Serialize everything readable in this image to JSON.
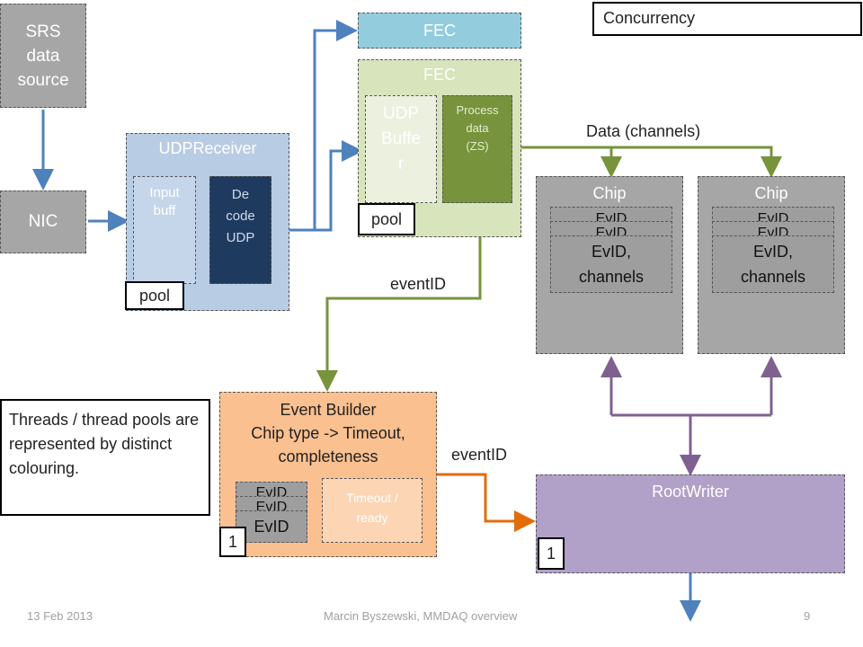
{
  "concurrency_label": "Concurrency",
  "srs": "SRS data source",
  "nic": "NIC",
  "udp_receiver": {
    "title": "UDPReceiver",
    "input_buff": "Input buff",
    "decode": "De code UDP",
    "pool": "pool"
  },
  "fec_top": "FEC",
  "fec": {
    "title": "FEC",
    "udp_buffer": "UDP Buffe r",
    "process": "Process data (ZS)",
    "pool": "pool"
  },
  "data_channels": "Data (channels)",
  "chip1": {
    "title": "Chip",
    "item_back1": "EvID",
    "item_back2": "EvID",
    "item_front": "EvID, channels"
  },
  "chip2": {
    "title": "Chip",
    "item_back1": "EvID",
    "item_back2": "EvID",
    "item_front": "EvID, channels"
  },
  "event_id_upper": "eventID",
  "event_id_lower": "eventID",
  "event_builder": {
    "title_line1": "Event Builder",
    "title_line2": "Chip type -> Timeout,",
    "title_line3": "completeness",
    "evid_back1": "EvID",
    "evid_back2": "EvID",
    "evid_front": "EvID",
    "timeout": "Timeout / ready",
    "thread_count": "1"
  },
  "root_writer": {
    "title": "RootWriter",
    "thread_count": "1"
  },
  "note": "Threads / thread pools are represented by distinct colouring.",
  "footer": {
    "date": "13 Feb 2013",
    "author": "Marcin Byszewski, MMDAQ overview",
    "page": "9"
  },
  "colors": {
    "gray": "#a6a6a6",
    "udp_blue": "#b8cce4",
    "dark_blue": "#1f3a5f",
    "fec_green": "#d7e4bc",
    "process_green": "#77933c",
    "fec_cyan": "#93cddd",
    "orange": "#fac090",
    "purple": "#b1a0c7",
    "arrow_blue": "#4f81bd",
    "arrow_green": "#77933c",
    "arrow_orange": "#e36c09",
    "arrow_purple": "#7f6091"
  }
}
